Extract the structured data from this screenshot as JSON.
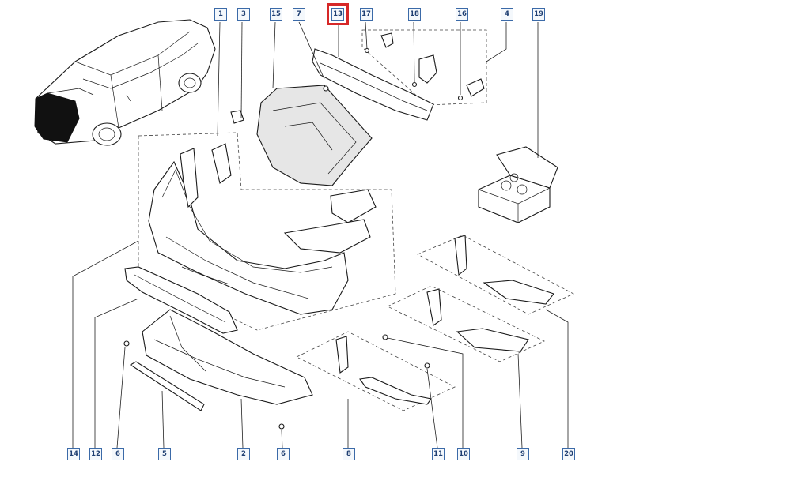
{
  "callouts": {
    "c1": "1",
    "c3": "3",
    "c15a": "15",
    "c7": "7",
    "c13": "13",
    "c17": "17",
    "c18": "18",
    "c16": "16",
    "c4": "4",
    "c19": "19",
    "c14": "14",
    "c12": "12",
    "c6a": "6",
    "c5": "5",
    "c2": "2",
    "c6b": "6",
    "c8": "8",
    "c11": "11",
    "c10": "10",
    "c9": "9",
    "c20": "20"
  },
  "highlighted_callout": "13",
  "colors": {
    "callout_border": "#3b6aa8",
    "callout_text": "#1f3f72",
    "highlight": "#d62828",
    "line": "#1a1a1a"
  }
}
